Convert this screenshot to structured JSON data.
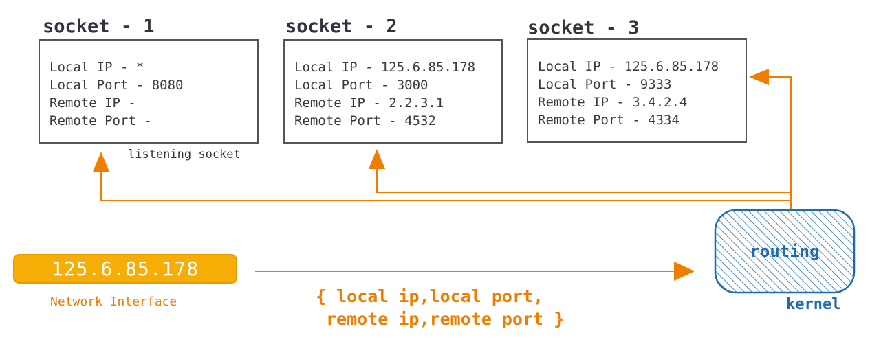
{
  "sockets": [
    {
      "title": "socket - 1",
      "lines": [
        "Local IP - *",
        "Local Port - 8080",
        "Remote IP -",
        "Remote Port -"
      ],
      "caption": "listening socket"
    },
    {
      "title": "socket - 2",
      "lines": [
        "Local IP - 125.6.85.178",
        "Local Port - 3000",
        "Remote IP - 2.2.3.1",
        "Remote Port - 4532"
      ]
    },
    {
      "title": "socket - 3",
      "lines": [
        "Local IP - 125.6.85.178",
        "Local Port - 9333",
        "Remote IP - 3.4.2.4",
        "Remote Port - 4334"
      ]
    }
  ],
  "network_interface": {
    "ip": "125.6.85.178",
    "label": "Network Interface"
  },
  "tuple": {
    "line1": "{ local ip,local port,",
    "line2": "remote ip,remote port }"
  },
  "routing": {
    "label": "routing",
    "group_label": "kernel"
  },
  "colors": {
    "arrow": "#ef7d00",
    "nic_fill": "#f6ad06",
    "kernel_blue": "#1f6bb0",
    "box_border": "#555555"
  }
}
